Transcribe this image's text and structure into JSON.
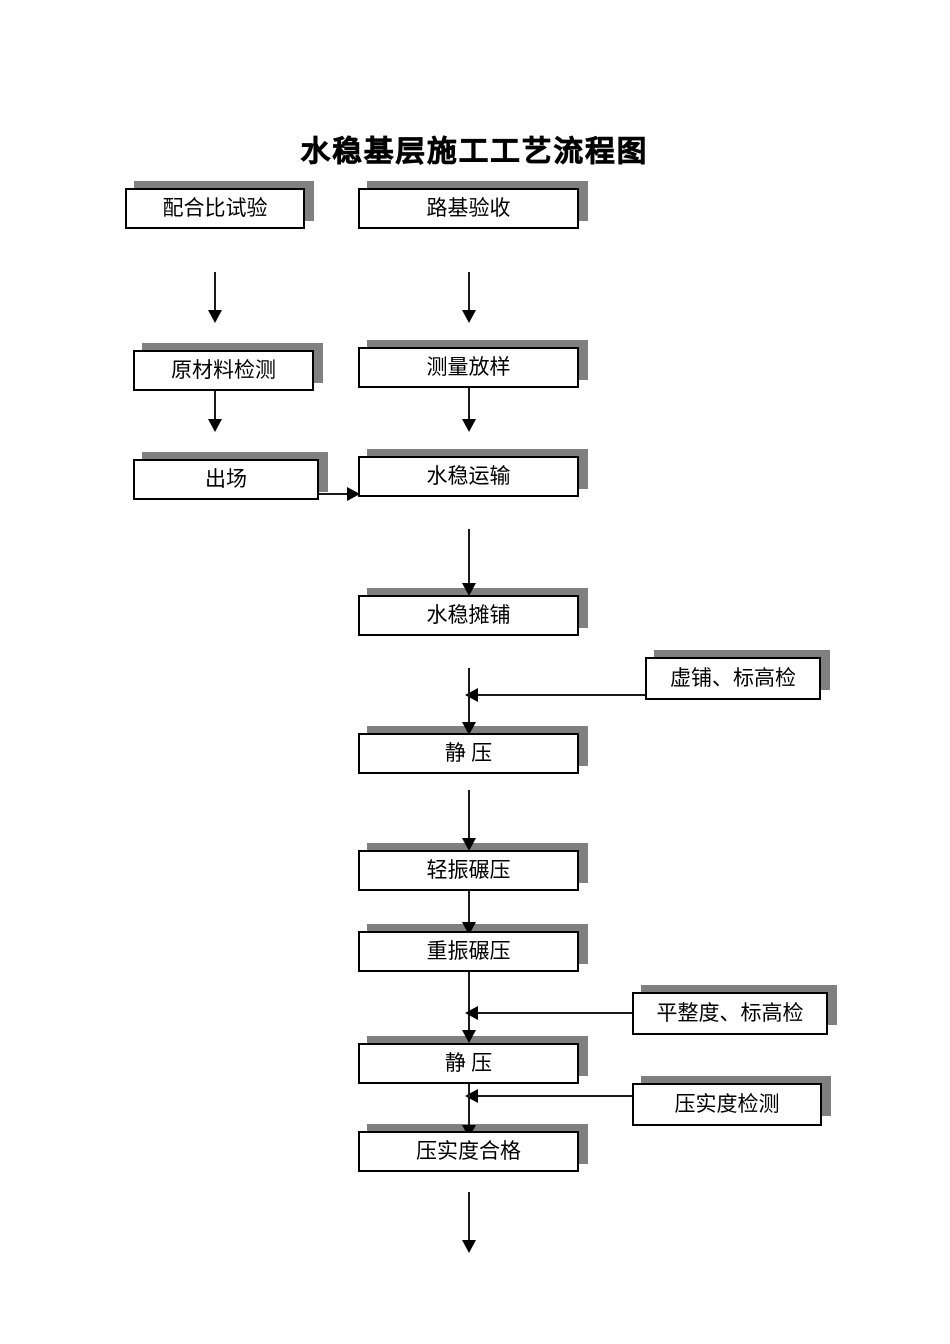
{
  "document": {
    "title": "水稳基层施工工艺流程图",
    "page_background": "#ffffff",
    "ink_color": "#000000",
    "shadow_color": "#808080"
  },
  "chart_data": {
    "type": "diagram",
    "title": "水稳基层施工工艺流程图",
    "nodes": [
      {
        "id": "mix-design",
        "label": "配合比试验",
        "column": "left",
        "row": 1
      },
      {
        "id": "subgrade-accept",
        "label": "路基验收",
        "column": "main",
        "row": 1
      },
      {
        "id": "raw-material-test",
        "label": "原材料检测",
        "column": "left",
        "row": 2
      },
      {
        "id": "survey-setout",
        "label": "测量放样",
        "column": "main",
        "row": 2
      },
      {
        "id": "leave-plant",
        "label": "出场",
        "column": "left",
        "row": 3
      },
      {
        "id": "cement-transport",
        "label": "水稳运输",
        "column": "main",
        "row": 3
      },
      {
        "id": "cement-paving",
        "label": "水稳摊铺",
        "column": "main",
        "row": 4
      },
      {
        "id": "loose-level-check",
        "label": "虚铺、标高检",
        "column": "side",
        "row": 4
      },
      {
        "id": "static-press-1",
        "label": "静 压",
        "column": "main",
        "row": 5
      },
      {
        "id": "light-vibration",
        "label": "轻振碾压",
        "column": "main",
        "row": 6
      },
      {
        "id": "heavy-vibration",
        "label": "重振碾压",
        "column": "main",
        "row": 7
      },
      {
        "id": "flatness-check",
        "label": "平整度、标高检",
        "column": "side",
        "row": 8
      },
      {
        "id": "static-press-2",
        "label": "静 压",
        "column": "main",
        "row": 8
      },
      {
        "id": "compaction-check",
        "label": "压实度检测",
        "column": "side",
        "row": 9
      },
      {
        "id": "compaction-pass",
        "label": "压实度合格",
        "column": "main",
        "row": 9
      }
    ],
    "edges": [
      {
        "from": "mix-design",
        "to": "raw-material-test",
        "direction": "down"
      },
      {
        "from": "raw-material-test",
        "to": "leave-plant",
        "direction": "down"
      },
      {
        "from": "leave-plant",
        "to": "cement-transport",
        "direction": "right"
      },
      {
        "from": "subgrade-accept",
        "to": "survey-setout",
        "direction": "down"
      },
      {
        "from": "survey-setout",
        "to": "cement-transport",
        "direction": "down"
      },
      {
        "from": "cement-transport",
        "to": "cement-paving",
        "direction": "down"
      },
      {
        "from": "cement-paving",
        "to": "static-press-1",
        "direction": "down"
      },
      {
        "from": "loose-level-check",
        "to": "cement-paving-link",
        "direction": "left"
      },
      {
        "from": "static-press-1",
        "to": "light-vibration",
        "direction": "down"
      },
      {
        "from": "light-vibration",
        "to": "heavy-vibration",
        "direction": "down"
      },
      {
        "from": "heavy-vibration",
        "to": "static-press-2",
        "direction": "down"
      },
      {
        "from": "flatness-check",
        "to": "static-press-2-link",
        "direction": "left"
      },
      {
        "from": "static-press-2",
        "to": "compaction-pass",
        "direction": "down"
      },
      {
        "from": "compaction-check",
        "to": "compaction-pass-link",
        "direction": "left"
      },
      {
        "from": "compaction-pass",
        "to": "next-page",
        "direction": "down"
      }
    ]
  },
  "nodes": {
    "mix_design": "配合比试验",
    "subgrade_acceptance": "路基验收",
    "raw_material_test": "原材料检测",
    "survey_setout": "测量放样",
    "leave_plant": "出场",
    "cement_transport": "水稳运输",
    "cement_paving": "水稳摊铺",
    "loose_level_check": "虚铺、标高检",
    "static_press_1": "静 压",
    "light_vibration": "轻振碾压",
    "heavy_vibration": "重振碾压",
    "flatness_level_check": "平整度、标高检",
    "static_press_2": "静 压",
    "compaction_check": "压实度检测",
    "compaction_pass": "压实度合格"
  }
}
